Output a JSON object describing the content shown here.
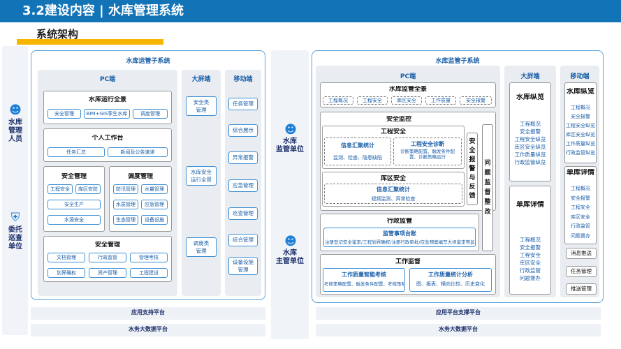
{
  "header": {
    "title": "3.2建设内容 | 水库管理系统",
    "subtitle": "系统架构"
  },
  "left_roles": [
    {
      "icon": "person-icon",
      "label": "水库\n管理\n人员"
    },
    {
      "icon": "shield-icon",
      "label": "委托\n巡查\n单位"
    }
  ],
  "left_panel": {
    "title": "水库运管子系统",
    "pc_title": "PC端",
    "screen_title": "大屏端",
    "mobile_title": "移动端",
    "overview": {
      "title": "水库运行全景",
      "items": [
        "安全管理",
        "BIM+GIS孪生水库",
        "调度管理"
      ]
    },
    "workbench": {
      "title": "个人工作台",
      "items": [
        "任务汇总",
        "新闻及公告速递"
      ]
    },
    "safety": {
      "title": "安全管理",
      "items": [
        "工程安全",
        "库区安防",
        "安全生产",
        "水源安全"
      ]
    },
    "dispatch": {
      "title": "调度管理",
      "items": [
        "防汛管理",
        "水量管理",
        "水质管理",
        "应急管理",
        "生态管理",
        "设备设施"
      ]
    },
    "security": {
      "title": "安全管理",
      "items": [
        "文档管理",
        "行政监管",
        "管理考核",
        "划界确权",
        "资产管理",
        "工程建设"
      ]
    },
    "screen_items": [
      "安全类\n管理",
      "水库安全\n运行全景",
      "调度类\n管理"
    ],
    "mobile_items": [
      "任务管理",
      "综合展示",
      "异常报警",
      "应急管理",
      "巡查管理",
      "综合管理",
      "设备设施\n管理"
    ]
  },
  "right_roles": [
    {
      "icon": "person-icon",
      "label": "水库\n监管单位"
    },
    {
      "icon": "person-icon",
      "label": "水库\n主管单位"
    }
  ],
  "right_panel": {
    "title": "水库监管子系统",
    "pc_title": "PC端",
    "screen_title": "大屏端",
    "mobile_title": "移动端",
    "overview": {
      "title": "水库监管全景",
      "items": [
        "工程概况",
        "工程安全",
        "库区安全",
        "工作质量",
        "安全报警"
      ]
    },
    "monitor_title": "安全监控",
    "eng_safety": {
      "title": "工程安全",
      "left_title": "信息汇聚统计",
      "left_text": "监测、检查、隐患缺陷",
      "right_title": "工程安全诊断",
      "right_text": "诊断策略配置、触发条件配置、诊断策略运行"
    },
    "reservoir_safety": {
      "title": "库区安全",
      "inner_title": "信息汇聚统计",
      "inner_text": "视频监测、异常检查"
    },
    "alarm_box": "安全报警与反馈",
    "rectify_box": "问题监督整改",
    "admin": {
      "title": "行政监管",
      "inner_title": "监管事项台账",
      "inner_text": "注册登记安全鉴定/工程划界确权/注册行政审批/应急预案编写大坝鉴定等监管事项"
    },
    "work": {
      "title": "工作监督",
      "left_title": "工作质量智能考核",
      "left_text": "考核策略配置、触发条件配置、考核策略运行",
      "right_title": "工作质量统计分析",
      "right_text": "图、报表、横向比较、历史变化"
    },
    "screen_overview": {
      "title": "水库纵览",
      "items": [
        "工程概况",
        "安全报警",
        "工程安全纵览",
        "库区安全纵览",
        "工作质量纵览",
        "行政监管纵览"
      ]
    },
    "screen_detail": {
      "title": "单库详情",
      "items": [
        "工程概况",
        "安全报警",
        "工程安全",
        "库区安全",
        "行政监管",
        "问题督办"
      ]
    },
    "mobile_overview": {
      "title": "水库纵览",
      "items": [
        "工程概况",
        "安全报警",
        "工程安全纵览",
        "库区安全纵览",
        "工作质量纵览",
        "行政监管纵览"
      ]
    },
    "mobile_detail": {
      "title": "单库详情",
      "items": [
        "工程概况",
        "安全报警",
        "工程安全",
        "库区安全",
        "行政监管",
        "问题督办"
      ]
    },
    "mobile_extra": [
      "消息推送",
      "任务管理",
      "推送管理"
    ]
  },
  "bottom": {
    "left": [
      "应用支持平台",
      "水务大数据平台"
    ],
    "right": [
      "应用平台支撑平台",
      "水务大数据平台"
    ]
  }
}
